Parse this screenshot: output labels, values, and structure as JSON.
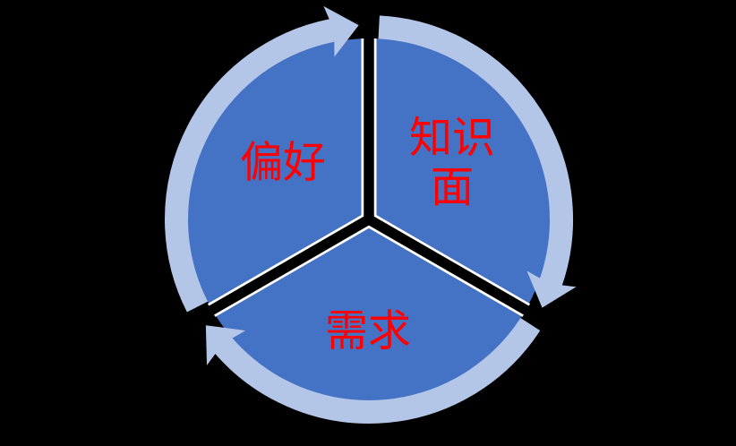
{
  "diagram": {
    "type": "cycle",
    "direction": "clockwise",
    "background_color": "#000000",
    "colors": {
      "segment_fill": "#4472C4",
      "arrow_ring": "#B4C6E7",
      "label_text": "#FF0000",
      "segment_edge": "#FFFFFF",
      "gap": "#000000"
    },
    "segments": [
      {
        "id": "preference",
        "label": "偏好",
        "lines": [
          "偏好"
        ],
        "position": "upper-left"
      },
      {
        "id": "knowledge",
        "label": "知识面",
        "lines": [
          "知识",
          "面"
        ],
        "position": "upper-right"
      },
      {
        "id": "demand",
        "label": "需求",
        "lines": [
          "需求"
        ],
        "position": "bottom"
      }
    ],
    "arrows": [
      {
        "id": "arrow-top",
        "position": "top",
        "direction": "clockwise"
      },
      {
        "id": "arrow-lower-right",
        "position": "lower-right",
        "direction": "clockwise"
      },
      {
        "id": "arrow-lower-left",
        "position": "lower-left",
        "direction": "clockwise"
      }
    ]
  }
}
